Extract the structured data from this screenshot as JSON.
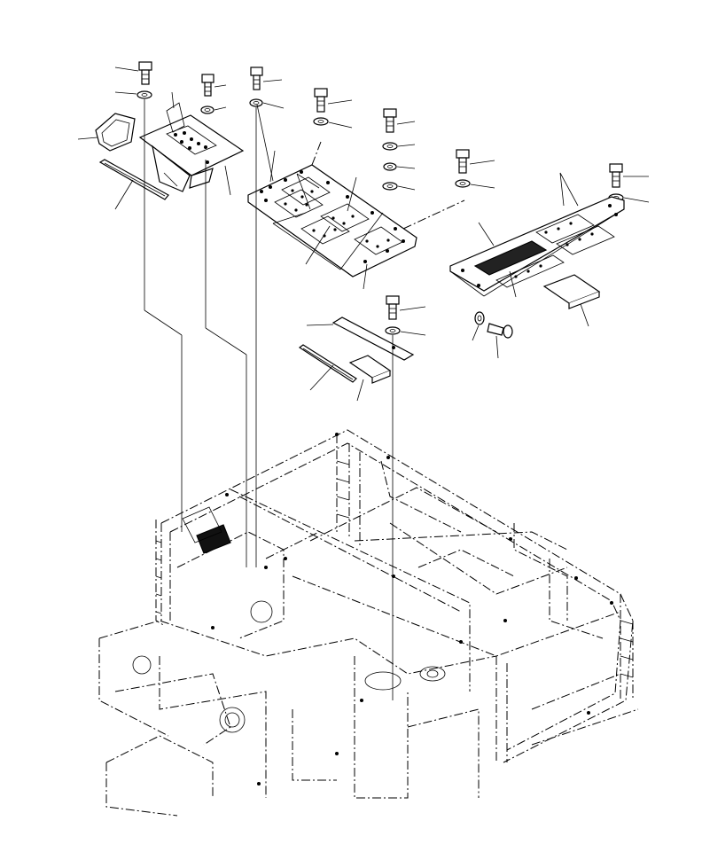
{
  "diagram": {
    "kind": "exploded-parts-illustration",
    "text_labels": [],
    "colors": {
      "ink": "#000000",
      "paper": "#ffffff"
    },
    "parts": [
      {
        "name": "bolt",
        "count": 8
      },
      {
        "name": "washer",
        "count": 10
      },
      {
        "name": "grille-cover",
        "count": 1
      },
      {
        "name": "bracket-box-plate",
        "count": 1
      },
      {
        "name": "seal-strip",
        "count": 2
      },
      {
        "name": "center-cover-plate",
        "count": 1
      },
      {
        "name": "right-cover-plate",
        "count": 1
      },
      {
        "name": "small-plate",
        "count": 1
      },
      {
        "name": "pad",
        "count": 2
      },
      {
        "name": "upper-frame-assembly",
        "count": 1
      }
    ]
  }
}
